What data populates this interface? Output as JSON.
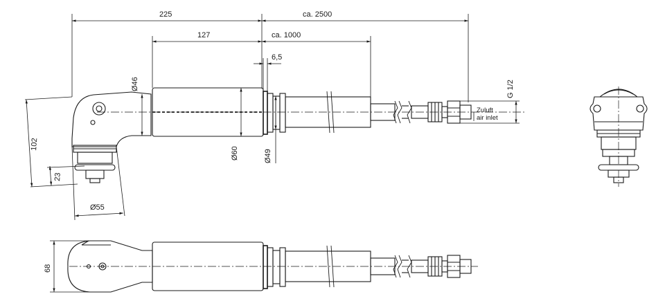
{
  "dimensions": {
    "d225": "225",
    "d2500": "ca. 2500",
    "d127": "127",
    "d1000": "ca. 1000",
    "d6_5": "6,5",
    "dia46": "Ø46",
    "dia60": "Ø60",
    "dia49": "Ø49",
    "dia55": "Ø55",
    "d102": "102",
    "d23": "23",
    "d68": "68",
    "thread": "G 1/2"
  },
  "labels": {
    "zuluft": "Zuluft",
    "air_inlet": "air inlet"
  }
}
